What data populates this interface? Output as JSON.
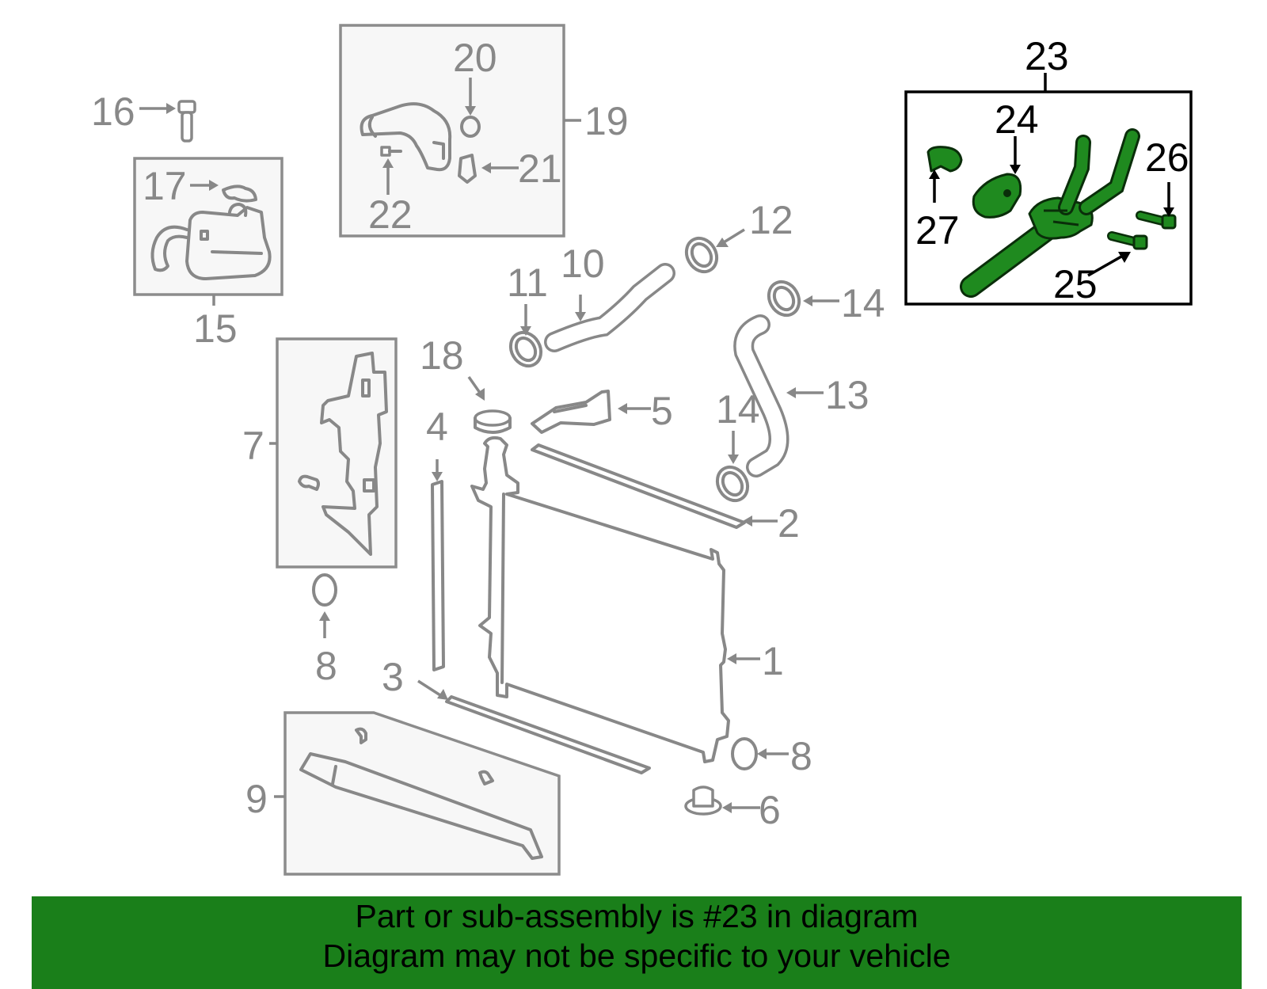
{
  "callouts": {
    "c1": "1",
    "c2": "2",
    "c3": "3",
    "c4": "4",
    "c5": "5",
    "c6": "6",
    "c7": "7",
    "c8a": "8",
    "c8b": "8",
    "c9": "9",
    "c10": "10",
    "c11": "11",
    "c12": "12",
    "c13": "13",
    "c14a": "14",
    "c14b": "14",
    "c15": "15",
    "c16": "16",
    "c17": "17",
    "c18": "18",
    "c19": "19",
    "c20": "20",
    "c21": "21",
    "c22": "22",
    "c23": "23",
    "c24": "24",
    "c25": "25",
    "c26": "26",
    "c27": "27"
  },
  "highlight": {
    "part": "23",
    "color": "#1f8a1f"
  },
  "footer": {
    "line1": "Part or sub-assembly is #23 in diagram",
    "line2": "Diagram may not be specific to your vehicle",
    "background": "#1a7f1a"
  }
}
